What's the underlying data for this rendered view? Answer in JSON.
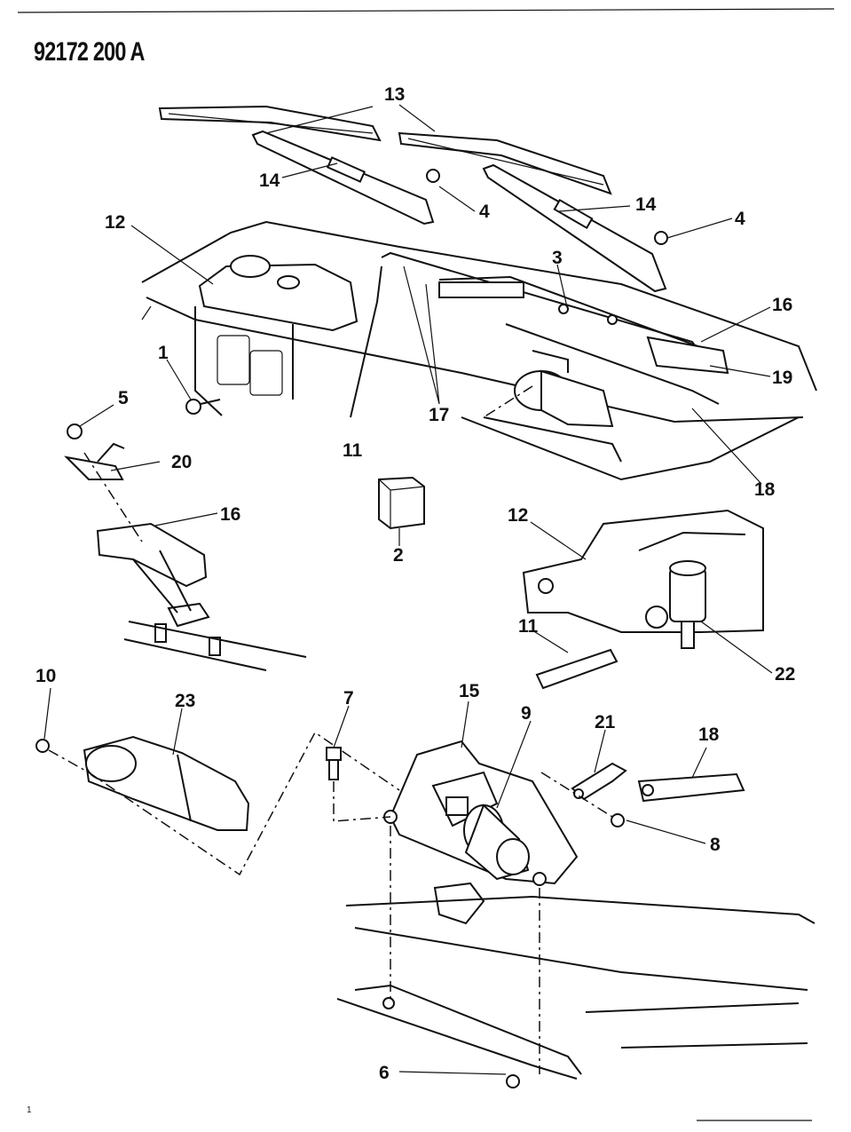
{
  "header": {
    "part_number": "92172 200 A"
  },
  "footer": {
    "page_mark": "1"
  },
  "callouts": [
    {
      "id": "c13",
      "label": "13"
    },
    {
      "id": "c14a",
      "label": "14"
    },
    {
      "id": "c4a",
      "label": "4"
    },
    {
      "id": "c14b",
      "label": "14"
    },
    {
      "id": "c4b",
      "label": "4"
    },
    {
      "id": "c12a",
      "label": "12"
    },
    {
      "id": "c3",
      "label": "3"
    },
    {
      "id": "c16a",
      "label": "16"
    },
    {
      "id": "c1",
      "label": "1"
    },
    {
      "id": "c19",
      "label": "19"
    },
    {
      "id": "c5",
      "label": "5"
    },
    {
      "id": "c17",
      "label": "17"
    },
    {
      "id": "c11a",
      "label": "11"
    },
    {
      "id": "c20",
      "label": "20"
    },
    {
      "id": "c18a",
      "label": "18"
    },
    {
      "id": "c16b",
      "label": "16"
    },
    {
      "id": "c2",
      "label": "2"
    },
    {
      "id": "c12b",
      "label": "12"
    },
    {
      "id": "c11b",
      "label": "11"
    },
    {
      "id": "c22",
      "label": "22"
    },
    {
      "id": "c10",
      "label": "10"
    },
    {
      "id": "c23",
      "label": "23"
    },
    {
      "id": "c7",
      "label": "7"
    },
    {
      "id": "c15",
      "label": "15"
    },
    {
      "id": "c9",
      "label": "9"
    },
    {
      "id": "c21",
      "label": "21"
    },
    {
      "id": "c18b",
      "label": "18"
    },
    {
      "id": "c8",
      "label": "8"
    },
    {
      "id": "c6",
      "label": "6"
    }
  ]
}
